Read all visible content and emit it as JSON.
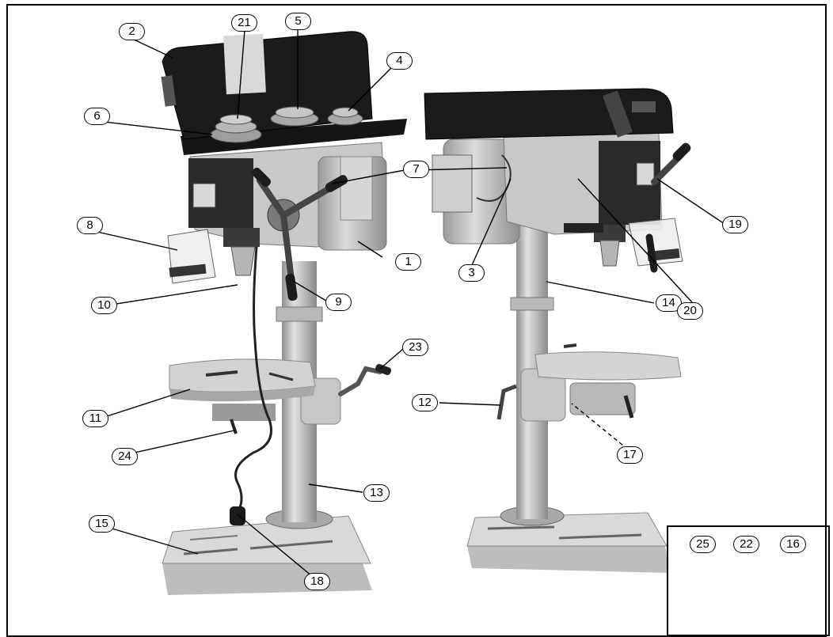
{
  "callouts": {
    "c1": "1",
    "c2": "2",
    "c3": "3",
    "c4": "4",
    "c5": "5",
    "c6": "6",
    "c7": "7",
    "c8": "8",
    "c9": "9",
    "c10": "10",
    "c11": "11",
    "c12": "12",
    "c13": "13",
    "c14": "14",
    "c15": "15",
    "c16": "16",
    "c17": "17",
    "c18": "18",
    "c19": "19",
    "c20": "20",
    "c21": "21",
    "c22": "22",
    "c23": "23",
    "c24": "24",
    "c25": "25"
  },
  "colors": {
    "head": "#1c1c1c",
    "casting": "#c9c9c9",
    "column": "#b3b3b3",
    "base": "#d6d6d6",
    "dark": "#2a2a2a"
  }
}
